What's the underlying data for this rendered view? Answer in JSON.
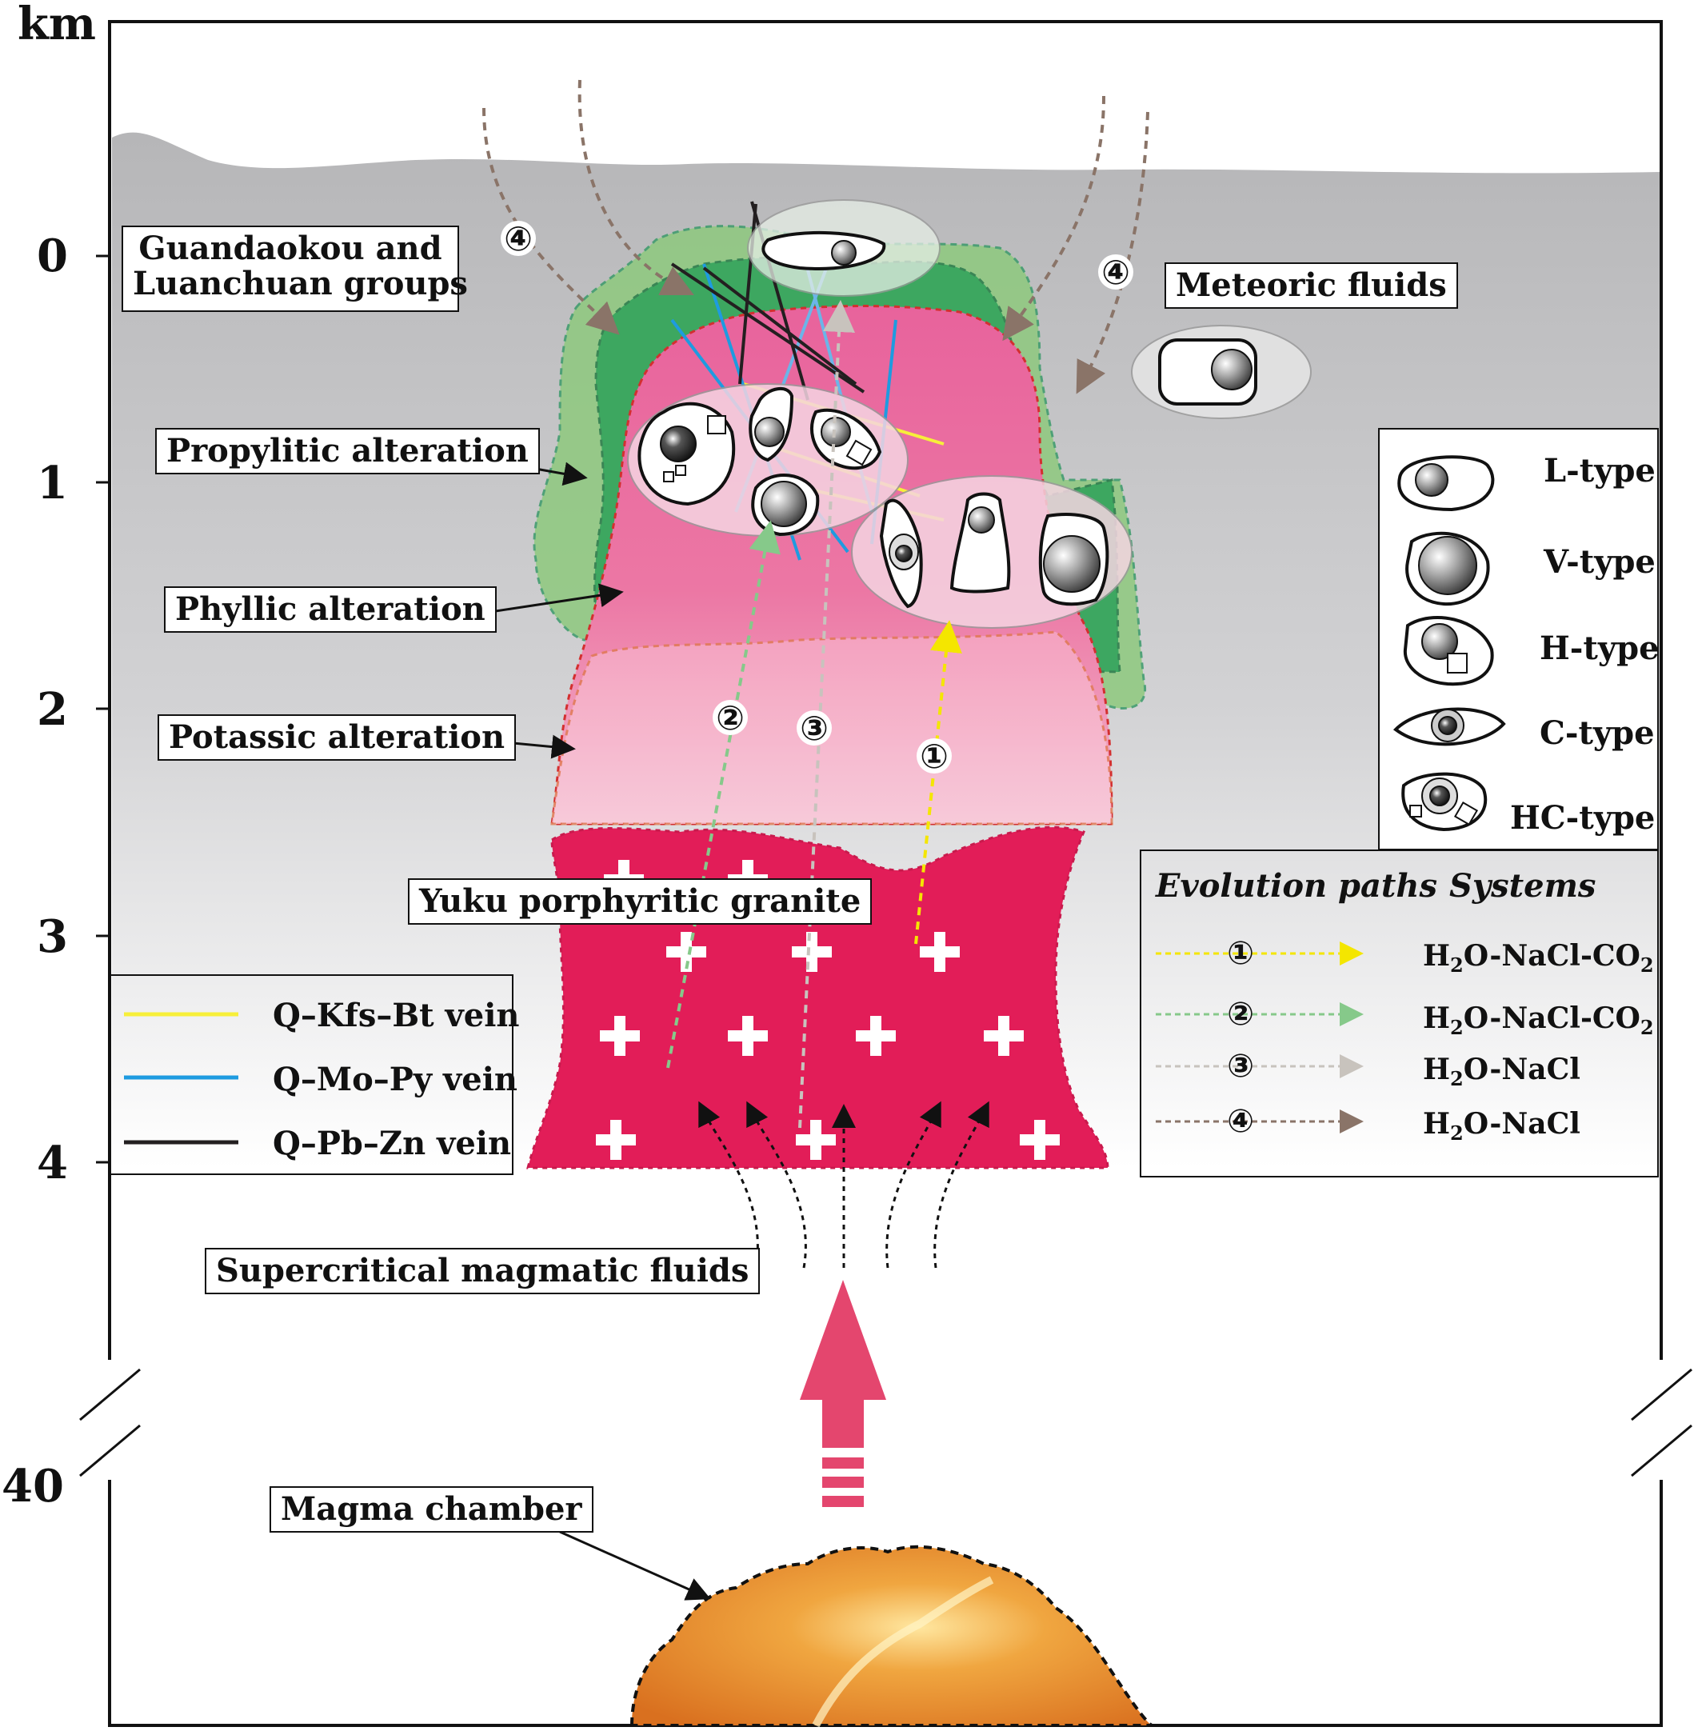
{
  "axis": {
    "unit": "km",
    "ticks": [
      "0",
      "1",
      "2",
      "3",
      "4",
      "40"
    ]
  },
  "labels": {
    "host_rocks": [
      "Guandaokou and",
      "Luanchuan groups"
    ],
    "meteoric": "Meteoric fluids",
    "propylitic": "Propylitic alteration",
    "phyllic": "Phyllic alteration",
    "potassic": "Potassic alteration",
    "granite": "Yuku porphyritic granite",
    "supercritical": "Supercritical magmatic fluids",
    "magma": "Magma chamber"
  },
  "path_markers": [
    "①",
    "②",
    "③",
    "④",
    "④",
    "④"
  ],
  "inclusion_legend": [
    {
      "label": "L-type"
    },
    {
      "label": "V-type"
    },
    {
      "label": "H-type"
    },
    {
      "label": "C-type"
    },
    {
      "label": "HC-type"
    }
  ],
  "vein_legend": [
    {
      "label": "Q–Kfs–Bt vein",
      "color": "#f7ef3a"
    },
    {
      "label": "Q–Mo–Py vein",
      "color": "#1e9be0"
    },
    {
      "label": "Q–Pb–Zn vein",
      "color": "#231f20"
    }
  ],
  "evolution_legend": {
    "header_paths": "Evolution paths",
    "header_systems": "Systems",
    "rows": [
      {
        "marker": "①",
        "color": "#f4e600",
        "system": "H2O-NaCl-CO2"
      },
      {
        "marker": "②",
        "color": "#86c98a",
        "system": "H2O-NaCl-CO2"
      },
      {
        "marker": "③",
        "color": "#c8c3bd",
        "system": "H2O-NaCl"
      },
      {
        "marker": "④",
        "color": "#8a7468",
        "system": "H2O-NaCl"
      }
    ]
  },
  "colors": {
    "granite": "#e21d58",
    "potassic": "#ec6fa0",
    "propylitic": "#4db85f",
    "country_rock": "#c9c9cb",
    "magma": "#e4832b"
  }
}
